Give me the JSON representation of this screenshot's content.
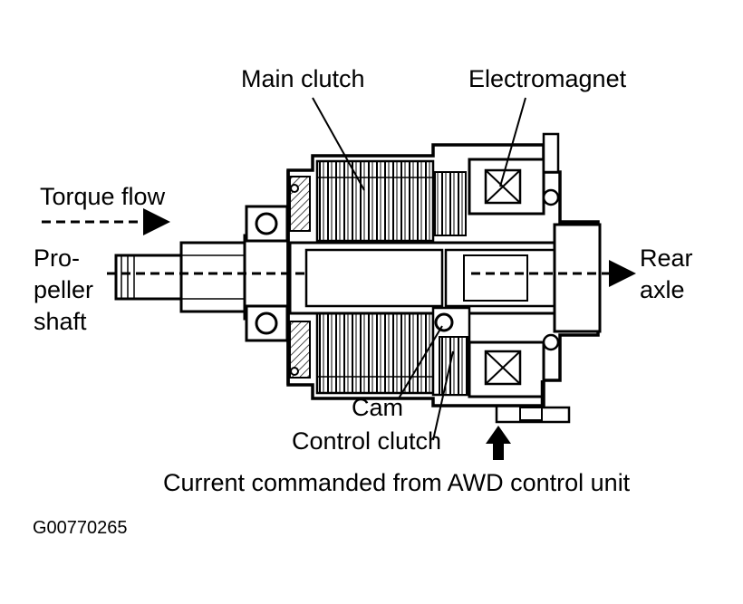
{
  "labels": {
    "main_clutch": "Main clutch",
    "electromagnet": "Electromagnet",
    "torque_flow": "Torque flow",
    "propeller_line1": "Pro-",
    "propeller_line2": "peller",
    "propeller_line3": "shaft",
    "rear_line1": "Rear",
    "rear_line2": "axle",
    "cam": "Cam",
    "control_clutch": "Control clutch",
    "current_command": "Current commanded from AWD control unit"
  },
  "figure_code": "G00770265",
  "colors": {
    "ink": "#000000",
    "paper": "#ffffff",
    "shade": "#d9d9d9"
  }
}
